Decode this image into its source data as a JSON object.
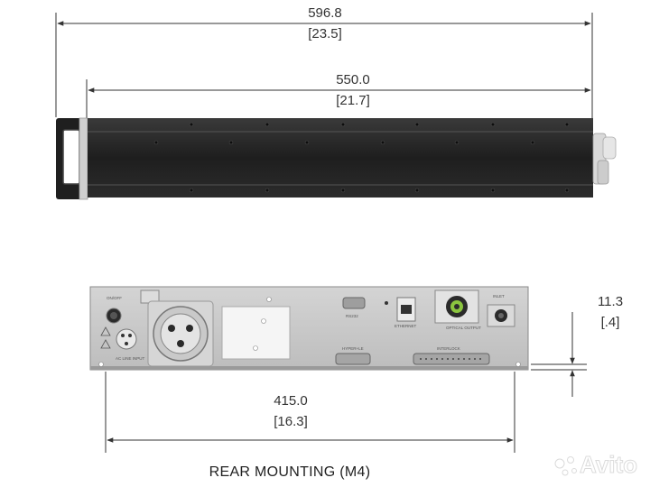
{
  "dimensions": {
    "overall_length": {
      "mm": "596.8",
      "inch": "[23.5]"
    },
    "body_length": {
      "mm": "550.0",
      "inch": "[21.7]"
    },
    "mount_spacing": {
      "mm": "415.0",
      "inch": "[16.3]"
    },
    "mount_height": {
      "mm": "11.3",
      "inch": "[.4]"
    }
  },
  "caption": "REAR MOUNTING (M4)",
  "rear_panel_labels": {
    "on_off": "ON/OFF",
    "ac_line_input": "AC LINE INPUT",
    "rs232": "RS232",
    "ethernet": "ETHERNET",
    "optical_output": "OPTICAL OUTPUT",
    "hyperface": "HYPER+LE",
    "interlock": "INTERLOCK",
    "inlet": "INLET"
  },
  "watermark": "Avito"
}
